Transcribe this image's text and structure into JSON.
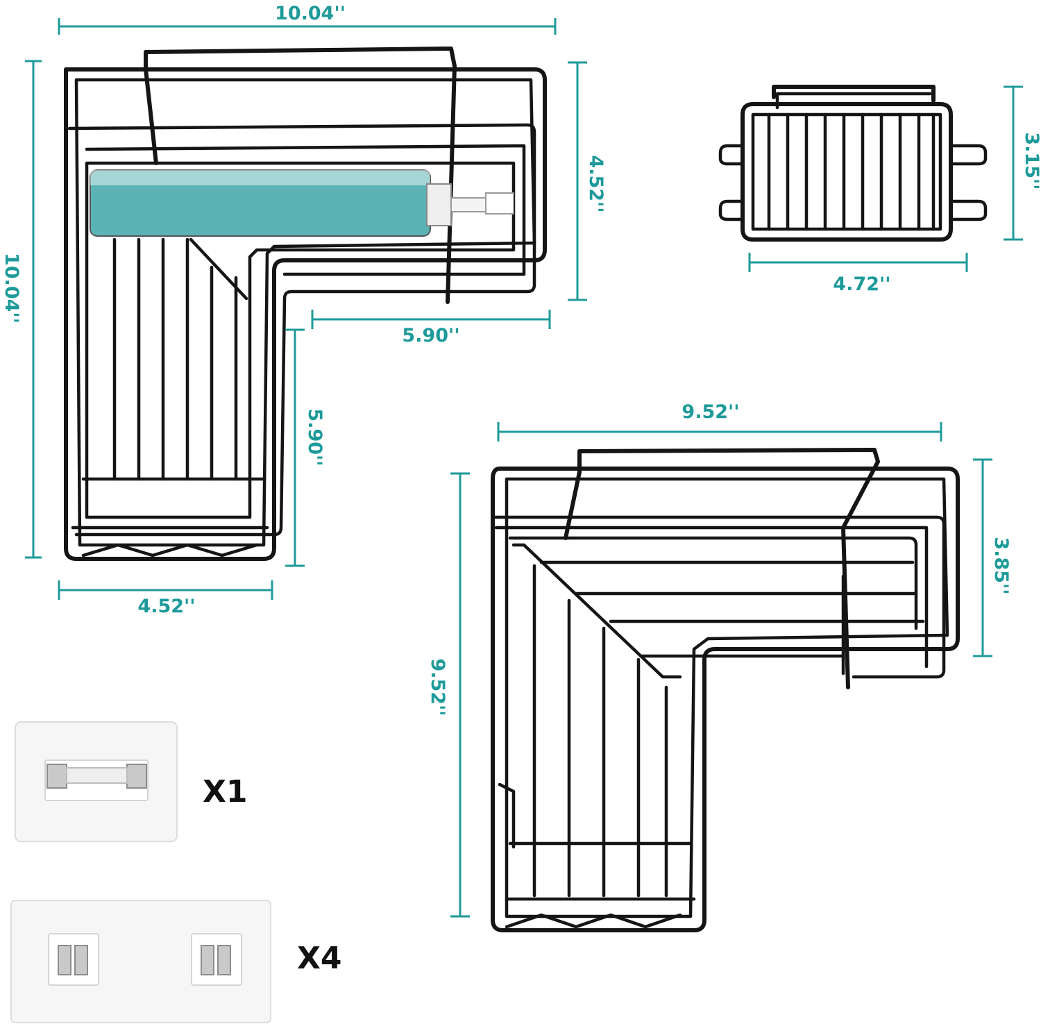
{
  "colors": {
    "dimension": "#1e9a9a",
    "wire": "#151515",
    "quantity": "#111111"
  },
  "large_shelf": {
    "width_label": "10.04''",
    "height_label": "10.04''",
    "arm_depth_right_label": "4.52''",
    "arm_length_right_label": "5.90''",
    "arm_length_left_label": "5.90''",
    "arm_depth_bottom_label": "4.52''"
  },
  "soap_dish": {
    "height_label": "3.15''",
    "width_label": "4.72''"
  },
  "small_shelf": {
    "width_label": "9.52''",
    "height_label": "9.52''",
    "depth_label": "3.85''"
  },
  "accessories": [
    {
      "name": "single-hook-adhesive",
      "quantity_label": "X1"
    },
    {
      "name": "double-hook-adhesive",
      "quantity_label": "X4"
    }
  ]
}
